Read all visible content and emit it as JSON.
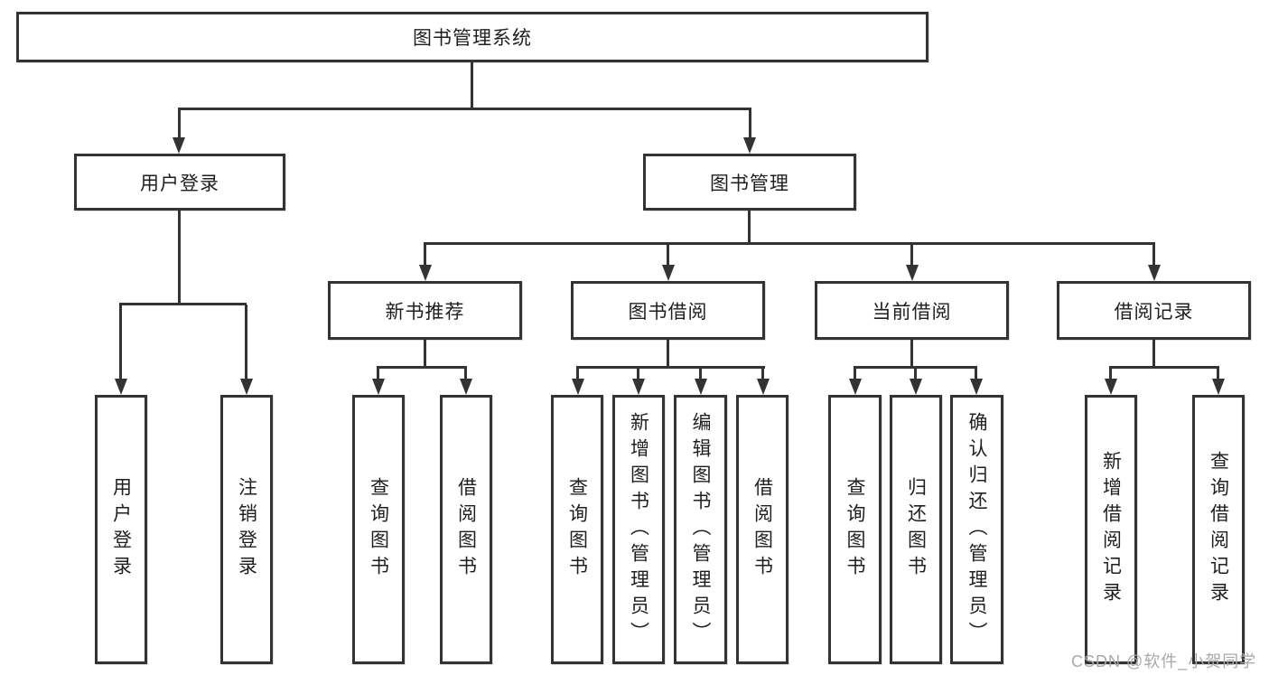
{
  "diagram": {
    "root_label": "图书管理系统",
    "branches": [
      {
        "label": "用户登录",
        "children": [
          "用户登录",
          "注销登录"
        ]
      },
      {
        "label": "图书管理",
        "groups": [
          {
            "label": "新书推荐",
            "children": [
              "查询图书",
              "借阅图书"
            ]
          },
          {
            "label": "图书借阅",
            "children": [
              "查询图书",
              "新增图书（管理员）",
              "编辑图书（管理员）",
              "借阅图书"
            ]
          },
          {
            "label": "当前借阅",
            "children": [
              "查询图书",
              "归还图书",
              "确认归还（管理员）"
            ]
          },
          {
            "label": "借阅记录",
            "children": [
              "新增借阅记录",
              "查询借阅记录"
            ]
          }
        ]
      }
    ],
    "watermark": "CSDN @软件_小贺同学",
    "colors": {
      "line": "#333333",
      "text": "#1f1f1f",
      "box_background": "#ffffff",
      "watermark": "#a9a9a9"
    }
  }
}
